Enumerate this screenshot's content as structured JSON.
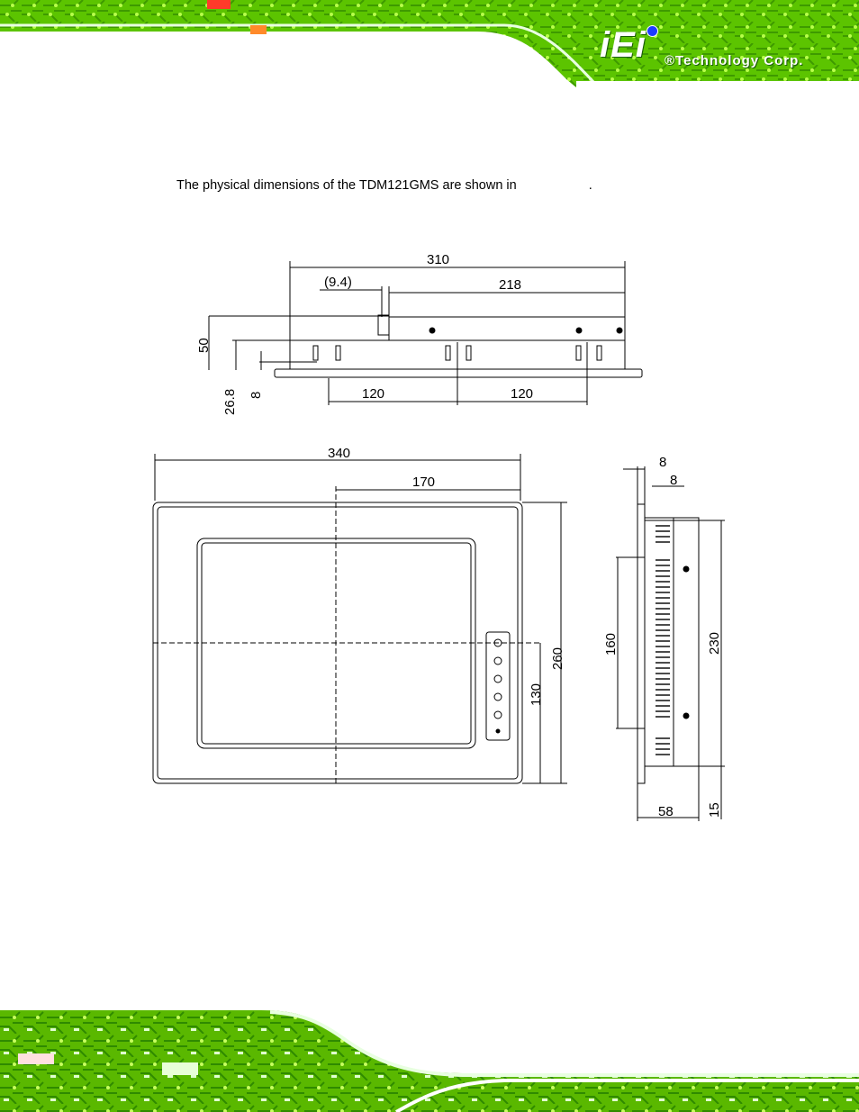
{
  "brand": {
    "logo_letters": "iEi",
    "company": "®Technology Corp."
  },
  "intro": {
    "text": "The physical dimensions of the TDM121GMS are shown in",
    "trailing": "."
  },
  "drawing": {
    "top_view": {
      "overall_width": "310",
      "offset": "(9.4)",
      "bracket_width": "218",
      "height": "50",
      "depth": "26.8",
      "bezel": "8",
      "spacing_left": "120",
      "spacing_right": "120"
    },
    "front_view": {
      "width": "340",
      "half_width": "170",
      "height": "260",
      "half_height": "130"
    },
    "side_view": {
      "bezel_depth": "8",
      "bezel_offset": "8",
      "inner_height": "160",
      "body_height": "230",
      "depth": "58",
      "bottom_offset": "15"
    }
  },
  "colors": {
    "pcb_green": "#6ed000",
    "pcb_dark": "#2e7a00",
    "line": "#000000"
  }
}
